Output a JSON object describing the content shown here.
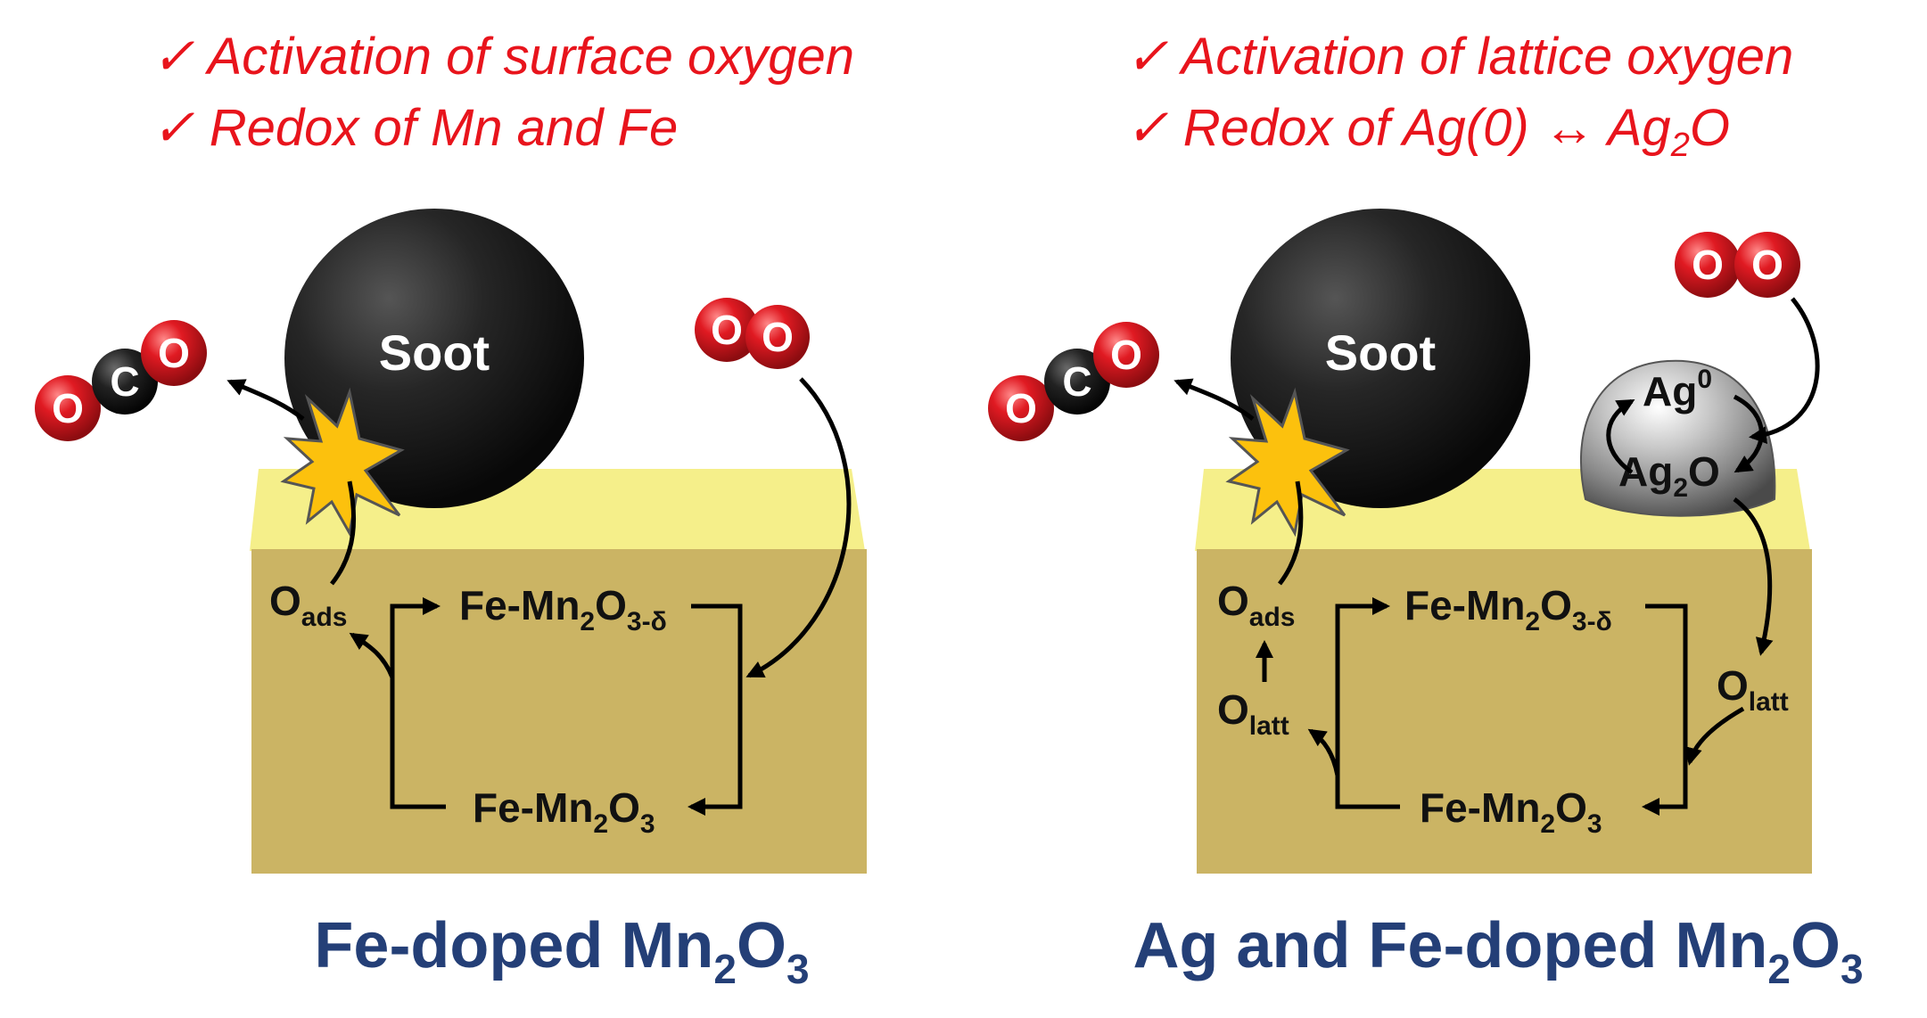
{
  "left": {
    "notes": [
      "Activation of surface oxygen",
      "Redox of Mn and Fe"
    ],
    "soot": "Soot",
    "o2": {
      "a": "O",
      "b": "O"
    },
    "co2": {
      "c": "C",
      "o1": "O",
      "o2": "O"
    },
    "o_ads": {
      "main": "O",
      "sub": "ads"
    },
    "cycle_top": {
      "prefix": "Fe-Mn",
      "sub1": "2",
      "mid": "O",
      "sub2": "3-δ"
    },
    "cycle_bottom": {
      "prefix": "Fe-Mn",
      "sub1": "2",
      "mid": "O",
      "sub2": "3"
    },
    "caption": {
      "prefix": "Fe-doped Mn",
      "sub1": "2",
      "mid": "O",
      "sub2": "3"
    }
  },
  "right": {
    "notes": [
      "Activation of lattice oxygen"
    ],
    "note2": {
      "prefix": "Redox of Ag(0) ↔ Ag",
      "sub": "2",
      "suffix": "O"
    },
    "soot": "Soot",
    "o2": {
      "a": "O",
      "b": "O"
    },
    "co2": {
      "c": "C",
      "o1": "O",
      "o2": "O"
    },
    "ag0": {
      "main": "Ag",
      "sup": "0"
    },
    "ag2o": {
      "prefix": "Ag",
      "sub": "2",
      "suffix": "O"
    },
    "o_ads": {
      "main": "O",
      "sub": "ads"
    },
    "o_latt_left": {
      "main": "O",
      "sub": "latt"
    },
    "o_latt_right": {
      "main": "O",
      "sub": "latt"
    },
    "cycle_top": {
      "prefix": "Fe-Mn",
      "sub1": "2",
      "mid": "O",
      "sub2": "3-δ"
    },
    "cycle_bottom": {
      "prefix": "Fe-Mn",
      "sub1": "2",
      "mid": "O",
      "sub2": "3"
    },
    "caption": {
      "prefix": "Ag and Fe-doped Mn",
      "sub1": "2",
      "mid": "O",
      "sub2": "3"
    }
  },
  "check_mark": "✓",
  "colors": {
    "note_red": "#e8141c",
    "caption_blue": "#243f77",
    "slab_top": "#f5ef8a",
    "slab_front": "#cbb464",
    "soot": "#1e1e1e",
    "oxygen_red": "#d8161c",
    "carbon_black": "#1a1a1a"
  }
}
